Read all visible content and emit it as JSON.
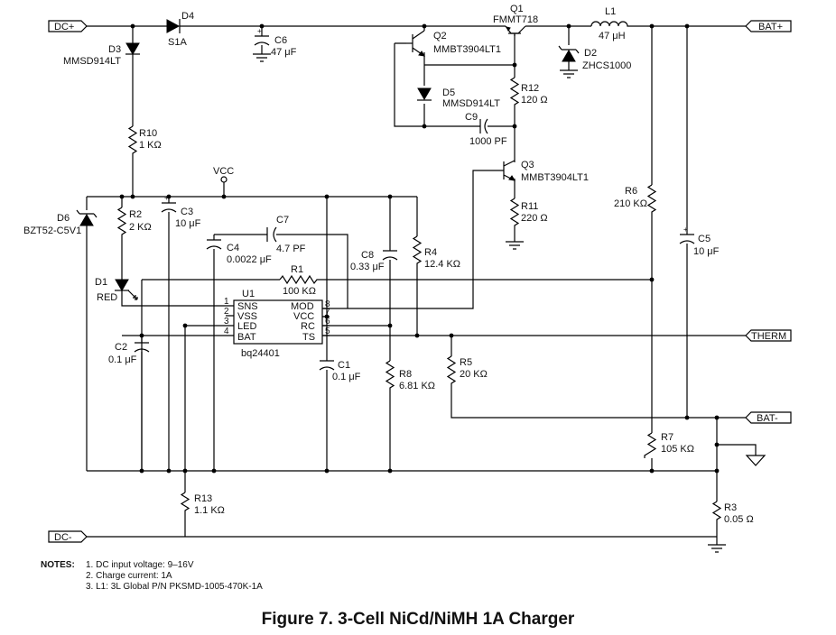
{
  "ports": {
    "dc_plus": "DC+",
    "dc_minus": "DC-",
    "bat_plus": "BAT+",
    "bat_minus": "BAT-",
    "therm": "THERM",
    "vcc": "VCC"
  },
  "components": {
    "D4": {
      "ref": "D4",
      "part": "S1A"
    },
    "D3": {
      "ref": "D3",
      "part": "MMSD914LT"
    },
    "C6": {
      "ref": "C6",
      "value": "47 μF"
    },
    "Q1": {
      "ref": "Q1",
      "part": "FMMT718"
    },
    "Q2": {
      "ref": "Q2",
      "part": "MMBT3904LT1"
    },
    "L1": {
      "ref": "L1",
      "value": "47 μH"
    },
    "D2": {
      "ref": "D2",
      "part": "ZHCS1000"
    },
    "D5": {
      "ref": "D5",
      "part": "MMSD914LT"
    },
    "R12": {
      "ref": "R12",
      "value": "120 Ω"
    },
    "C9": {
      "ref": "C9",
      "value": "1000 PF"
    },
    "R10": {
      "ref": "R10",
      "value": "1 KΩ"
    },
    "Q3": {
      "ref": "Q3",
      "part": "MMBT3904LT1"
    },
    "R11": {
      "ref": "R11",
      "value": "220 Ω"
    },
    "R6": {
      "ref": "R6",
      "value": "210 KΩ"
    },
    "D6": {
      "ref": "D6",
      "part": "BZT52-C5V1"
    },
    "R2": {
      "ref": "R2",
      "value": "2 KΩ"
    },
    "C3": {
      "ref": "C3",
      "value": "10 μF"
    },
    "C7": {
      "ref": "C7",
      "value": "4.7 PF"
    },
    "C4": {
      "ref": "C4",
      "value": "0.0022 μF"
    },
    "C8": {
      "ref": "C8",
      "value": "0.33 μF"
    },
    "R4": {
      "ref": "R4",
      "value": "12.4 KΩ"
    },
    "C5": {
      "ref": "C5",
      "value": "10 μF"
    },
    "D1": {
      "ref": "D1",
      "part": "RED"
    },
    "R1": {
      "ref": "R1",
      "value": "100 KΩ"
    },
    "C2": {
      "ref": "C2",
      "value": "0.1 μF"
    },
    "C1": {
      "ref": "C1",
      "value": "0.1 μF"
    },
    "R8": {
      "ref": "R8",
      "value": "6.81 KΩ"
    },
    "R5": {
      "ref": "R5",
      "value": "20 KΩ"
    },
    "R7": {
      "ref": "R7",
      "value": "105 KΩ"
    },
    "R13": {
      "ref": "R13",
      "value": "1.1 KΩ"
    },
    "R3": {
      "ref": "R3",
      "value": "0.05 Ω"
    }
  },
  "u1": {
    "ref": "U1",
    "part": "bq24401",
    "pins_left": [
      {
        "num": "1",
        "name": "SNS"
      },
      {
        "num": "2",
        "name": "VSS"
      },
      {
        "num": "3",
        "name": "LED"
      },
      {
        "num": "4",
        "name": "BAT"
      }
    ],
    "pins_right": [
      {
        "num": "8",
        "name": "MOD"
      },
      {
        "num": "7",
        "name": "VCC"
      },
      {
        "num": "6",
        "name": "RC"
      },
      {
        "num": "5",
        "name": "TS"
      }
    ]
  },
  "notes": {
    "heading": "NOTES:",
    "items": [
      "1. DC input voltage: 9–16V",
      "2. Charge current: 1A",
      "3. L1: 3L Global P/N PKSMD-1005-470K-1A"
    ]
  },
  "caption": "Figure 7.  3-Cell NiCd/NiMH 1A Charger"
}
